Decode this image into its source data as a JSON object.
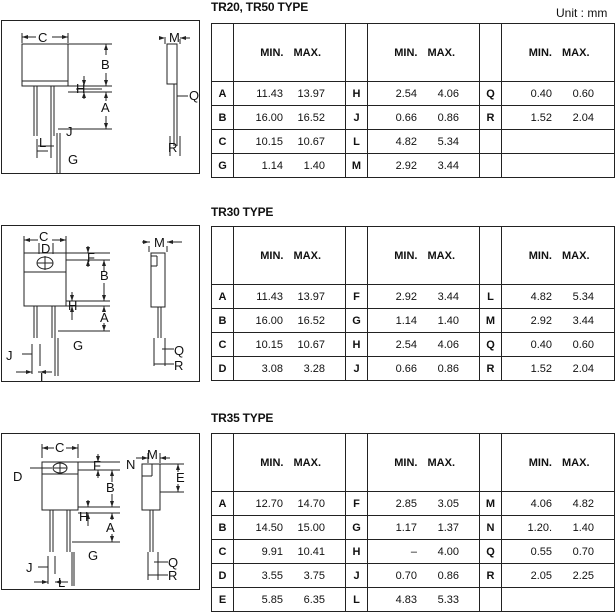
{
  "unit_label": "Unit : mm",
  "sections": [
    {
      "title": "TR20, TR50 TYPE",
      "header": {
        "min": "MIN.",
        "max": "MAX."
      },
      "rows": [
        [
          [
            "A",
            "11.43",
            "13.97"
          ],
          [
            "H",
            "2.54",
            "4.06"
          ],
          [
            "Q",
            "0.40",
            "0.60"
          ]
        ],
        [
          [
            "B",
            "16.00",
            "16.52"
          ],
          [
            "J",
            "0.66",
            "0.86"
          ],
          [
            "R",
            "1.52",
            "2.04"
          ]
        ],
        [
          [
            "C",
            "10.15",
            "10.67"
          ],
          [
            "L",
            "4.82",
            "5.34"
          ],
          [
            "",
            "",
            " "
          ]
        ],
        [
          [
            "G",
            "1.14",
            "1.40"
          ],
          [
            "M",
            "2.92",
            "3.44"
          ],
          [
            "",
            "",
            " "
          ]
        ]
      ],
      "drawing_labels": {
        "C": "C",
        "M": "M",
        "B": "B",
        "H": "H",
        "A": "A",
        "Q": "Q",
        "J": "J",
        "L": "L",
        "G": "G",
        "R": "R"
      }
    },
    {
      "title": "TR30 TYPE",
      "header": {
        "min": "MIN.",
        "max": "MAX."
      },
      "rows": [
        [
          [
            "A",
            "11.43",
            "13.97"
          ],
          [
            "F",
            "2.92",
            "3.44"
          ],
          [
            "L",
            "4.82",
            "5.34"
          ]
        ],
        [
          [
            "B",
            "16.00",
            "16.52"
          ],
          [
            "G",
            "1.14",
            "1.40"
          ],
          [
            "M",
            "2.92",
            "3.44"
          ]
        ],
        [
          [
            "C",
            "10.15",
            "10.67"
          ],
          [
            "H",
            "2.54",
            "4.06"
          ],
          [
            "Q",
            "0.40",
            "0.60"
          ]
        ],
        [
          [
            "D",
            "3.08",
            "3.28"
          ],
          [
            "J",
            "0.66",
            "0.86"
          ],
          [
            "R",
            "1.52",
            "2.04"
          ]
        ]
      ],
      "drawing_labels": {
        "C": "C",
        "D": "D",
        "M": "M",
        "F": "F",
        "B": "B",
        "H": "H",
        "A": "A",
        "G": "G",
        "J": "J",
        "L": "L",
        "Q": "Q",
        "R": "R"
      }
    },
    {
      "title": "TR35 TYPE",
      "header": {
        "min": "MIN.",
        "max": "MAX."
      },
      "rows": [
        [
          [
            "A",
            "12.70",
            "14.70"
          ],
          [
            "F",
            "2.85",
            "3.05"
          ],
          [
            "M",
            "4.06",
            "4.82"
          ]
        ],
        [
          [
            "B",
            "14.50",
            "15.00"
          ],
          [
            "G",
            "1.17",
            "1.37"
          ],
          [
            "N",
            "1.20.",
            "1.40"
          ]
        ],
        [
          [
            "C",
            "9.91",
            "10.41"
          ],
          [
            "H",
            "–",
            "4.00"
          ],
          [
            "Q",
            "0.55",
            "0.70"
          ]
        ],
        [
          [
            "D",
            "3.55",
            "3.75"
          ],
          [
            "J",
            "0.70",
            "0.86"
          ],
          [
            "R",
            "2.05",
            "2.25"
          ]
        ],
        [
          [
            "E",
            "5.85",
            "6.35"
          ],
          [
            "L",
            "4.83",
            "5.33"
          ],
          [
            "",
            "",
            " "
          ]
        ]
      ],
      "drawing_labels": {
        "C": "C",
        "D": "D",
        "F": "F",
        "B": "B",
        "H": "H",
        "A": "A",
        "G": "G",
        "J": "J",
        "L": "L",
        "N": "N",
        "M": "M",
        "E": "E",
        "Q": "Q",
        "R": "R"
      }
    }
  ]
}
